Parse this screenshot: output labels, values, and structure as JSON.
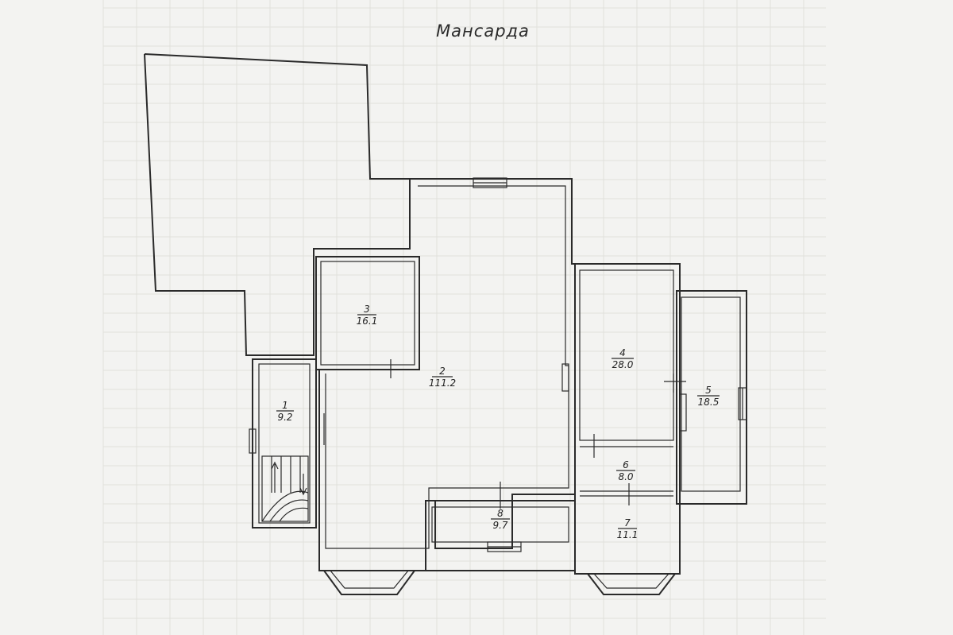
{
  "title": "Мансарда",
  "rooms": [
    {
      "id": "1",
      "number": "1",
      "area": "9.2"
    },
    {
      "id": "2",
      "number": "2",
      "area": "111.2"
    },
    {
      "id": "3",
      "number": "3",
      "area": "16.1"
    },
    {
      "id": "4",
      "number": "4",
      "area": "28.0"
    },
    {
      "id": "5",
      "number": "5",
      "area": "18.5"
    },
    {
      "id": "6",
      "number": "6",
      "area": "8.0"
    },
    {
      "id": "7",
      "number": "7",
      "area": "11.1"
    },
    {
      "id": "8",
      "number": "8",
      "area": "9.7"
    }
  ]
}
